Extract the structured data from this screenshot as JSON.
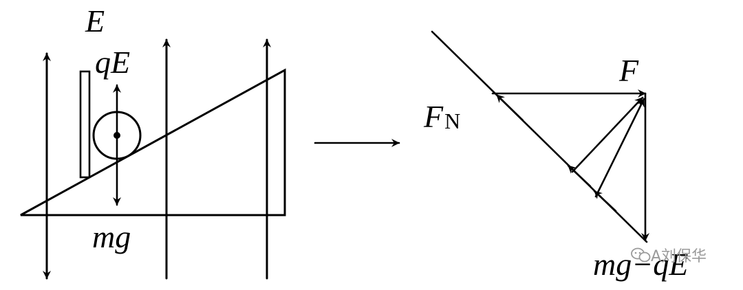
{
  "labels": {
    "E": "E",
    "qE": "qE",
    "mg": "mg",
    "F": "F",
    "FN_main": "F",
    "FN_sub": "N",
    "mg_minus_qE": "mg−qE"
  },
  "watermark": {
    "text": "A刘保华",
    "icon": "wechat-icon"
  },
  "colors": {
    "ink": "#000000",
    "watermark": "#9a9a9a"
  }
}
